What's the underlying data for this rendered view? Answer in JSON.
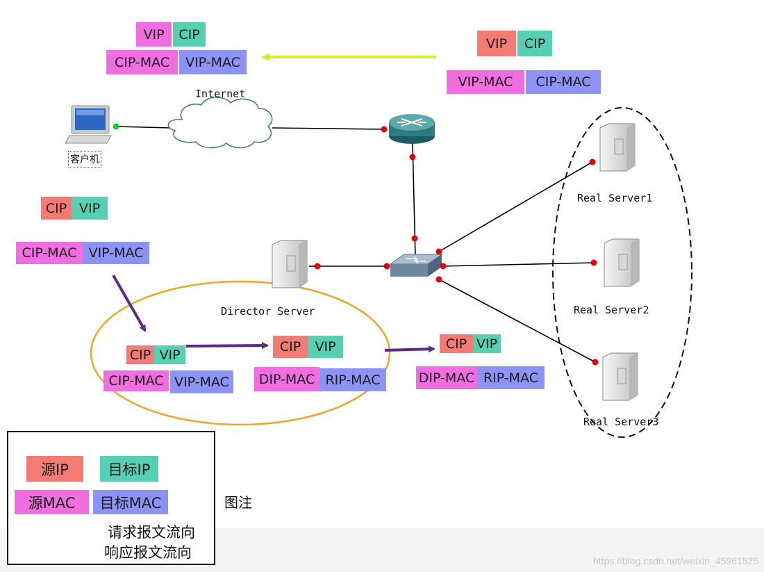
{
  "labels": {
    "internet": "Internet",
    "client": "客户机",
    "director": "Director Server",
    "rs1": "Real Server1",
    "rs2": "Real Server2",
    "rs3": "Real Server3",
    "legend_caption": "图注"
  },
  "packets": {
    "response": {
      "src_ip": "VIP",
      "dst_ip": "CIP",
      "src_mac": "VIP-MAC",
      "dst_mac": "CIP-MAC"
    },
    "response_arrived": {
      "src_ip": "VIP",
      "dst_ip": "CIP",
      "src_mac": "CIP-MAC",
      "dst_mac": "VIP-MAC"
    },
    "client_request": {
      "src_ip": "CIP",
      "dst_ip": "VIP",
      "src_mac": "CIP-MAC",
      "dst_mac": "VIP-MAC"
    },
    "director_in": {
      "src_ip": "CIP",
      "dst_ip": "VIP",
      "src_mac": "CIP-MAC",
      "dst_mac": "VIP-MAC"
    },
    "director_out": {
      "src_ip": "CIP",
      "dst_ip": "VIP",
      "src_mac": "DIP-MAC",
      "dst_mac": "RIP-MAC"
    },
    "to_real_server": {
      "src_ip": "CIP",
      "dst_ip": "VIP",
      "src_mac": "DIP-MAC",
      "dst_mac": "RIP-MAC"
    }
  },
  "legend": {
    "src_ip": "源IP",
    "dst_ip": "目标IP",
    "src_mac": "源MAC",
    "dst_mac": "目标MAC",
    "request_flow": "请求报文流向",
    "response_flow": "响应报文流向"
  },
  "colors": {
    "src_ip": "#f47a74",
    "dst_ip": "#56cfb3",
    "src_mac": "#f06ee0",
    "dst_mac": "#8c93f4",
    "request_arrow": "#5b2a86",
    "response_arrow": "#d8ef1f",
    "director_ellipse": "#f0a621",
    "port_dot": "#e60000",
    "client_port_dot": "#22cc22"
  },
  "icons": {
    "client": "desktop-computer-icon",
    "cloud": "cloud-icon",
    "router": "router-icon",
    "switch": "switch-icon",
    "server": "server-tower-icon"
  },
  "watermark": "https://blog.csdn.net/weixin_45961525"
}
